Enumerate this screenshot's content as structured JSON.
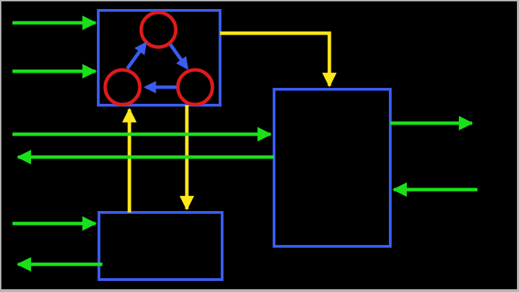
{
  "colors": {
    "frame": "#b4b4b4",
    "background": "#000000",
    "block": "#3a5cf0",
    "internal_arrow": "#3a5cf0",
    "state_node": "#e01a1a",
    "control_signal": "#ffe81a",
    "io_signal": "#1ae01a"
  },
  "diagram": {
    "blocks": [
      {
        "id": "state-machine-block"
      },
      {
        "id": "right-block"
      },
      {
        "id": "bottom-block"
      }
    ],
    "state_nodes": [
      {
        "id": "top"
      },
      {
        "id": "bottom-left"
      },
      {
        "id": "bottom-right"
      }
    ],
    "transitions": [
      {
        "from": "bottom-left",
        "to": "top"
      },
      {
        "from": "top",
        "to": "bottom-right"
      },
      {
        "from": "bottom-right",
        "to": "bottom-left"
      }
    ],
    "signals": [
      {
        "id": "input-1",
        "kind": "io",
        "to": "state-machine-block"
      },
      {
        "id": "input-2",
        "kind": "io",
        "to": "state-machine-block"
      },
      {
        "id": "input-3",
        "kind": "io",
        "to": "right-block"
      },
      {
        "id": "output-1",
        "kind": "io",
        "from": "right-block"
      },
      {
        "id": "input-4",
        "kind": "io",
        "to": "bottom-block"
      },
      {
        "id": "output-2",
        "kind": "io",
        "from": "bottom-block"
      },
      {
        "id": "output-3",
        "kind": "io",
        "from": "right-block"
      },
      {
        "id": "input-5",
        "kind": "io",
        "to": "right-block"
      },
      {
        "id": "control-1",
        "kind": "control",
        "from": "state-machine-block",
        "to": "right-block"
      },
      {
        "id": "control-2",
        "kind": "control",
        "from": "bottom-block",
        "to": "state-machine-block"
      },
      {
        "id": "control-3",
        "kind": "control",
        "from": "state-machine-block",
        "to": "bottom-block"
      }
    ]
  }
}
